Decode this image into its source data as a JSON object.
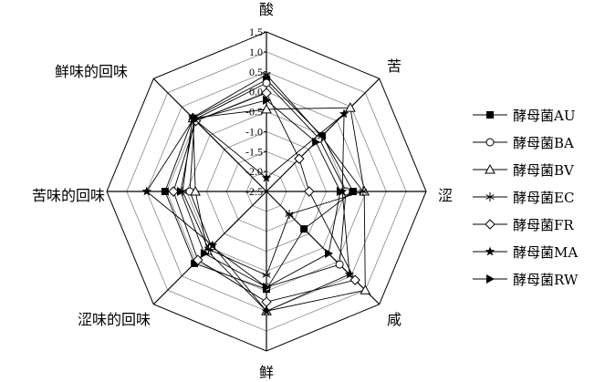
{
  "chart_data": {
    "type": "radar",
    "axes": [
      "酸",
      "苦",
      "涩",
      "咸",
      "鲜",
      "涩味的回味",
      "苦味的回味",
      "鲜味的回味"
    ],
    "range": [
      -2.5,
      1.5
    ],
    "ticks": [
      "1.5",
      "1.0",
      "0.5",
      "0.0",
      "-0.5",
      "-1.0",
      "-1.5",
      "-2.0",
      "-2.5"
    ],
    "tick_values": [
      1.5,
      1.0,
      0.5,
      0.0,
      -0.5,
      -1.0,
      -1.5,
      -2.0,
      -2.5
    ],
    "legend_position": "right",
    "series": [
      {
        "name": "酵母菌AU",
        "marker": "square-filled",
        "values": [
          0.3,
          -0.53,
          -0.33,
          -1.17,
          -0.05,
          0.05,
          0.04,
          0.1
        ]
      },
      {
        "name": "酵母菌BA",
        "marker": "circle-open",
        "values": [
          0.22,
          -0.63,
          -0.51,
          0.09,
          -0.1,
          -0.55,
          -0.58,
          0.05
        ]
      },
      {
        "name": "酵母菌BV",
        "marker": "triangle-open",
        "values": [
          -0.44,
          0.47,
          -0.05,
          1.0,
          0.5,
          -0.4,
          -0.72,
          0.1
        ]
      },
      {
        "name": "酵母菌EC",
        "marker": "asterisk",
        "values": [
          0.43,
          -0.55,
          -0.08,
          -1.69,
          -0.4,
          -0.45,
          -0.4,
          0.12
        ]
      },
      {
        "name": "酵母菌FR",
        "marker": "diamond-open",
        "values": [
          -0.03,
          -1.34,
          -1.43,
          0.64,
          0.27,
          -0.07,
          -0.17,
          0.0
        ]
      },
      {
        "name": "酵母菌MA",
        "marker": "star-filled",
        "values": [
          -2.16,
          0.25,
          -0.6,
          0.44,
          0.5,
          -0.59,
          0.5,
          0.08
        ]
      },
      {
        "name": "酵母菌RW",
        "marker": "triangle-right-filled",
        "values": [
          -0.21,
          -0.75,
          -0.65,
          -0.3,
          -0.1,
          -0.3,
          -0.35,
          0.05
        ]
      }
    ]
  }
}
